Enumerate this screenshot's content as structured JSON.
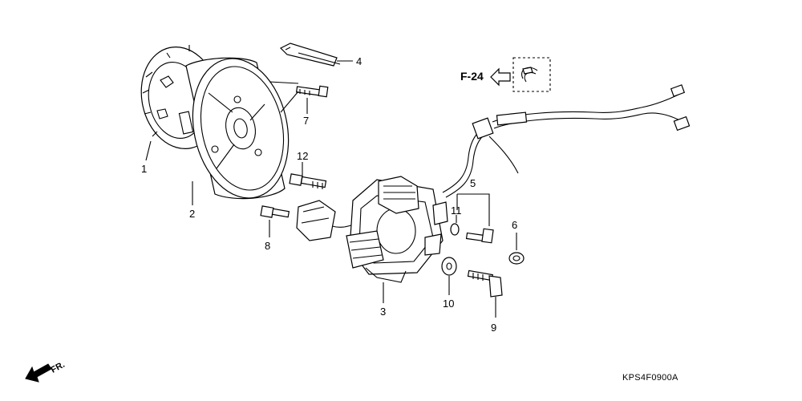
{
  "callouts": [
    {
      "id": "1",
      "label": "1"
    },
    {
      "id": "2",
      "label": "2"
    },
    {
      "id": "3",
      "label": "3"
    },
    {
      "id": "4",
      "label": "4"
    },
    {
      "id": "5",
      "label": "5"
    },
    {
      "id": "6",
      "label": "6"
    },
    {
      "id": "7",
      "label": "7"
    },
    {
      "id": "8",
      "label": "8"
    },
    {
      "id": "9",
      "label": "9"
    },
    {
      "id": "10",
      "label": "10"
    },
    {
      "id": "11",
      "label": "11"
    },
    {
      "id": "12",
      "label": "12"
    }
  ],
  "reference": {
    "label": "F-24"
  },
  "direction": {
    "label": "FR."
  },
  "diagram_code": "KPS4F0900A"
}
